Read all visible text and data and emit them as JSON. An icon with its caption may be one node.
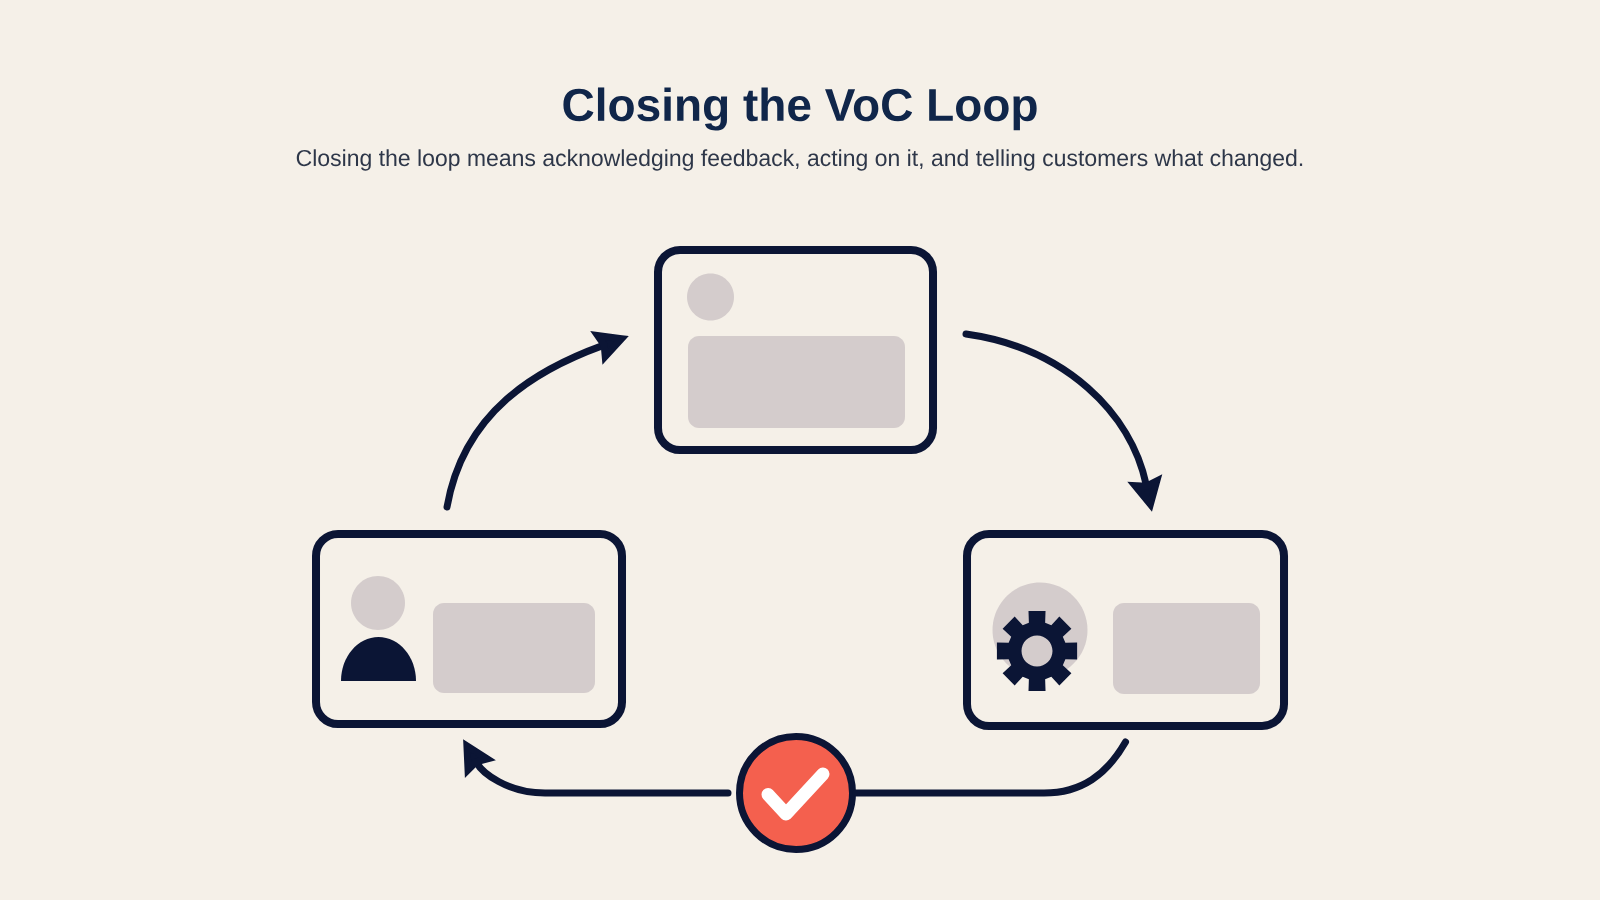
{
  "diagram": {
    "title": "Closing the VoC Loop",
    "nodes": [
      {
        "text": [],
        "shape": "box"
      },
      {
        "text": [],
        "shape": "box"
      },
      {
        "text": [],
        "shape": "box"
      },
      {
        "text": [],
        "shape": "circle"
      }
    ],
    "edges": [
      {
        "from": 0,
        "to": 1,
        "arrow": "to"
      },
      {
        "from": 1,
        "to": 2,
        "arrow": "to"
      },
      {
        "from": 2,
        "to": 3,
        "arrow": "none"
      },
      {
        "from": 3,
        "to": 0,
        "arrow": "to"
      }
    ],
    "labels": [
      "Closing the loop means acknowledging feedback, acting on it, and telling customers what changed."
    ]
  }
}
